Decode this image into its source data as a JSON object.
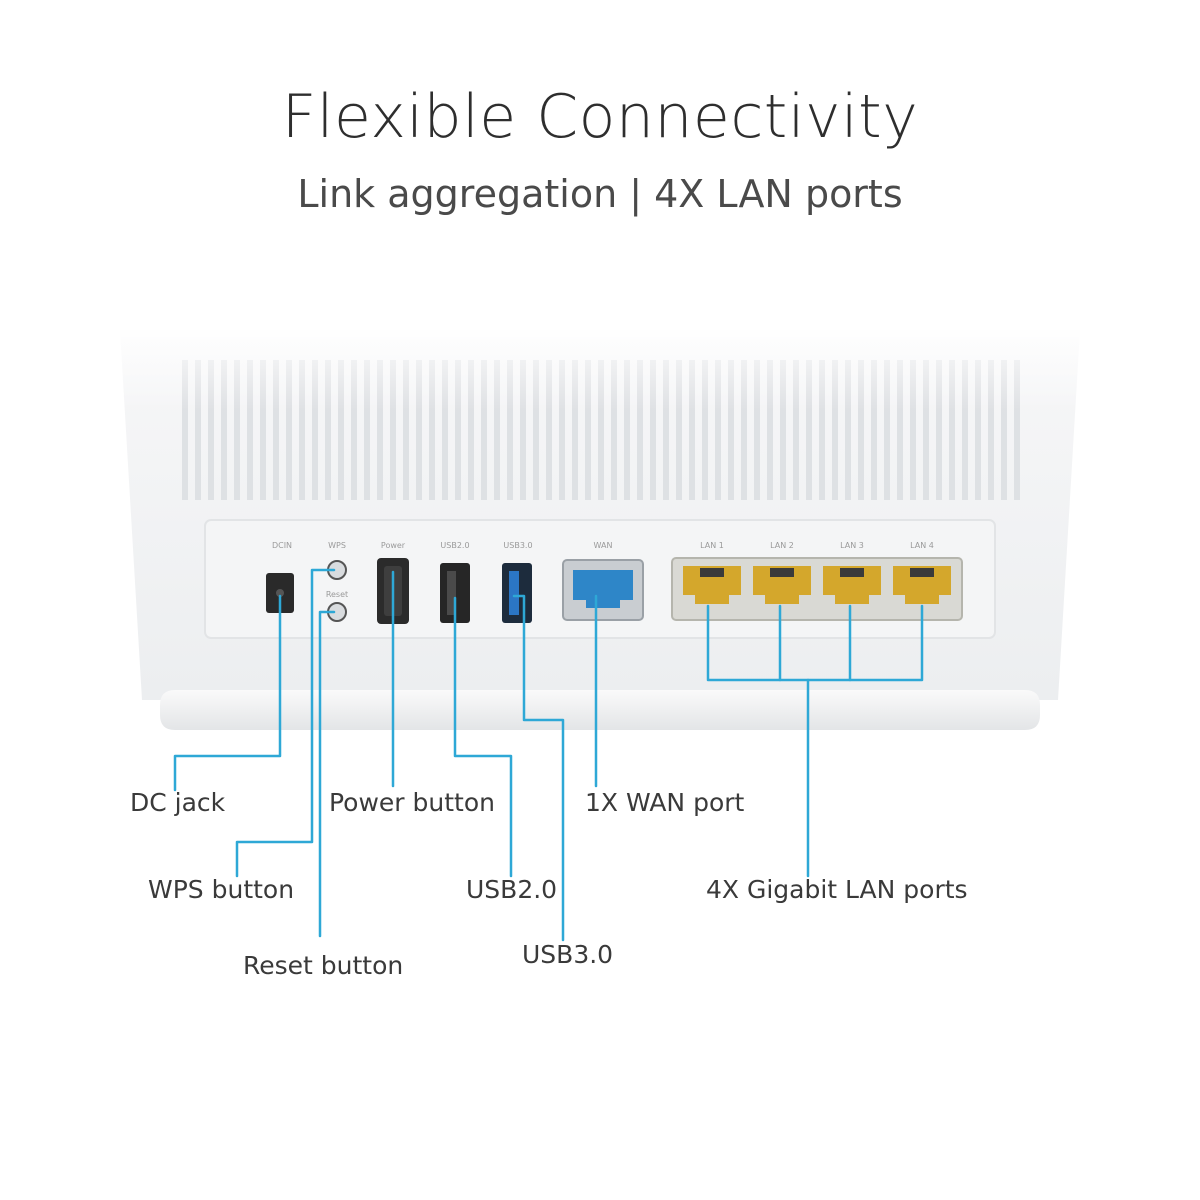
{
  "heading": {
    "title": "Flexible Connectivity",
    "subtitle": "Link aggregation | 4X LAN ports"
  },
  "callouts": {
    "dc_jack": "DC jack",
    "wps_button": "WPS button",
    "reset_button": "Reset button",
    "power_button": "Power button",
    "usb2": "USB2.0",
    "usb3": "USB3.0",
    "wan_port": "1X WAN port",
    "lan_ports": "4X Gigabit LAN ports"
  },
  "port_labels": {
    "dcin": "DCIN",
    "wps": "WPS",
    "reset": "Reset",
    "power": "Power",
    "usb20": "USB2.0",
    "usb30": "USB3.0",
    "wan": "WAN",
    "lan1": "LAN 1",
    "lan2": "LAN 2",
    "lan3": "LAN 3",
    "lan4": "LAN 4"
  },
  "colors": {
    "leader_line": "#2ea8d6",
    "wan_port": "#2e86c8",
    "lan_port": "#d4a72c",
    "usb3_port": "#2b76c5",
    "device_body": "#f1f2f3"
  }
}
